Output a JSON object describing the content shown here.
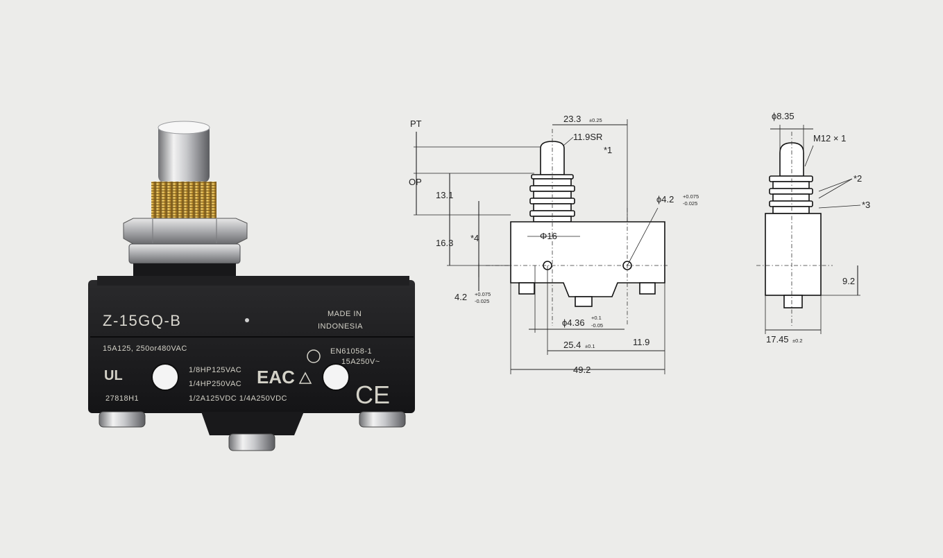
{
  "photo": {
    "model_label": "Z-15GQ-B",
    "origin_line1": "MADE IN",
    "origin_line2": "INDONESIA",
    "rating_line": "15A125, 250or480VAC",
    "hp_lines": [
      "1/8HP125VAC",
      "1/4HP250VAC",
      "1/2A125VDC 1/4A250VDC"
    ],
    "code": "27818H1",
    "standard": "EN61058-1",
    "standard_rating": "15A250V~",
    "eac_mark": "EAC",
    "ce_mark": "CE",
    "ul_mark": "UL",
    "colors": {
      "body": "#1a1a1c",
      "brass": "#c9a040",
      "metal": "#c9cacd",
      "print": "#d4d2c8"
    }
  },
  "front_view": {
    "pt": "PT",
    "op": "OP",
    "d_23_3": "23.3",
    "d_23_3_tol": "±0.25",
    "sr": "11.9SR",
    "note1": "*1",
    "d_13_1": "13.1",
    "d_16_3": "16.3",
    "note4": "*4",
    "phi16": "Φ16",
    "hole_dia": "ϕ4.2",
    "hole_tol_upper": "+0.075",
    "hole_tol_lower": "-0.025",
    "left_dim": "4.2",
    "left_tol_upper": "+0.075",
    "left_tol_lower": "-0.025",
    "bottom_hole": "ϕ4.36",
    "bottom_tol_upper": "+0.1",
    "bottom_tol_lower": "-0.05",
    "d_25_4": "25.4",
    "d_25_4_tol": "±0.1",
    "d_11_9": "11.9",
    "d_49_2": "49.2"
  },
  "side_view": {
    "dia": "ϕ8.35",
    "thread": "M12 × 1",
    "note2": "*2",
    "note3": "*3",
    "d_9_2": "9.2",
    "width": "17.45",
    "width_tol": "±0.2"
  }
}
